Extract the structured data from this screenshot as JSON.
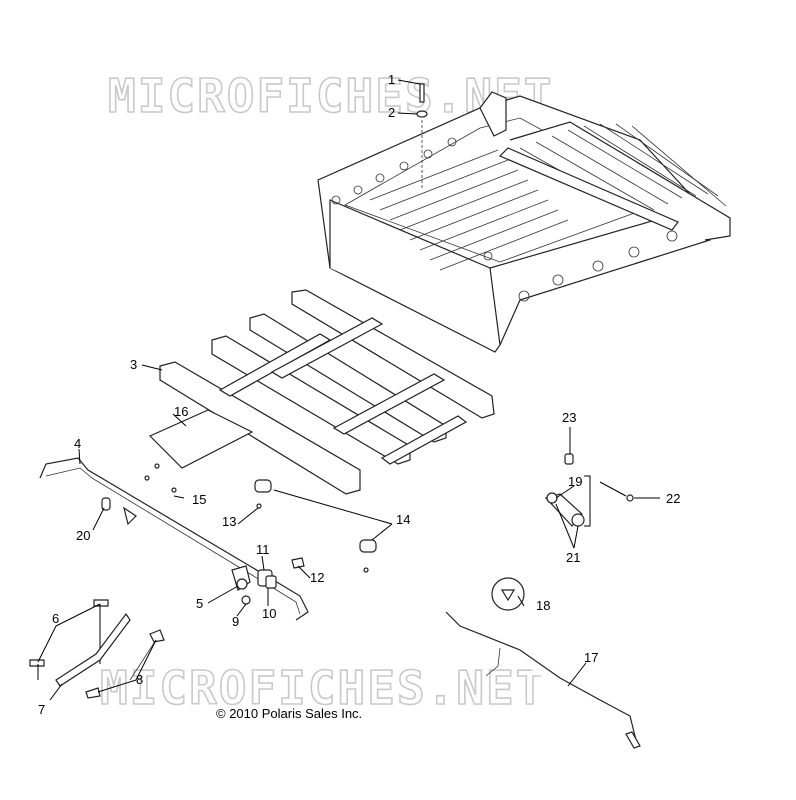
{
  "watermarks": [
    "MICROFICHES.NET",
    "MICROFICHES.NET"
  ],
  "copyright": "© 2010 Polaris Sales Inc.",
  "callouts": [
    "1",
    "2",
    "3",
    "4",
    "5",
    "6",
    "7",
    "8",
    "9",
    "10",
    "11",
    "12",
    "13",
    "14",
    "15",
    "16",
    "17",
    "18",
    "19",
    "20",
    "21",
    "22",
    "23"
  ]
}
